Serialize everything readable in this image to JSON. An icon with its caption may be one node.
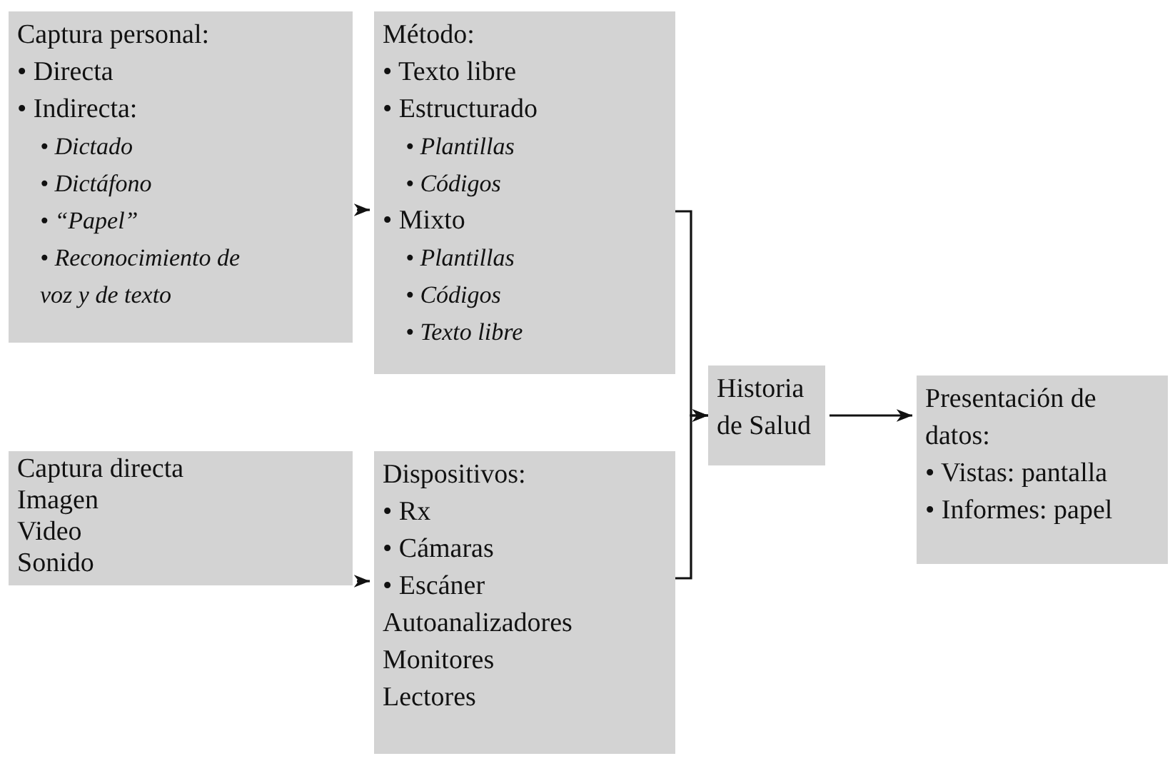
{
  "diagram": {
    "nodes": [
      {
        "text": [
          "Captura personal:",
          "• Directa",
          "• Indirecta:",
          "• Dictado",
          "• Dictáfono",
          "• “Papel”",
          "• Reconocimiento de voz y de texto"
        ]
      },
      {
        "text": [
          "Método:",
          "• Texto libre",
          "• Estructurado",
          "• Plantillas",
          "• Códigos",
          "• Mixto",
          "• Plantillas",
          "• Códigos",
          "• Texto libre"
        ]
      },
      {
        "text": [
          "Captura directa",
          "Imagen",
          "Video",
          "Sonido"
        ]
      },
      {
        "text": [
          "Dispositivos:",
          "• Rx",
          "• Cámaras",
          "• Escáner",
          "Autoanalizadores",
          "Monitores",
          "Lectores"
        ]
      },
      {
        "text": [
          "Historia de Salud"
        ]
      },
      {
        "text": [
          "Presentación de datos:",
          "• Vistas: pantalla",
          "• Informes: papel"
        ]
      }
    ],
    "edges": [
      {
        "from": 0,
        "to": 1,
        "arrow": "to"
      },
      {
        "from": 2,
        "to": 3,
        "arrow": "to"
      },
      {
        "from": 1,
        "to": 4,
        "arrow": "to"
      },
      {
        "from": 3,
        "to": 4,
        "arrow": "to"
      },
      {
        "from": 4,
        "to": 5,
        "arrow": "to"
      }
    ]
  }
}
